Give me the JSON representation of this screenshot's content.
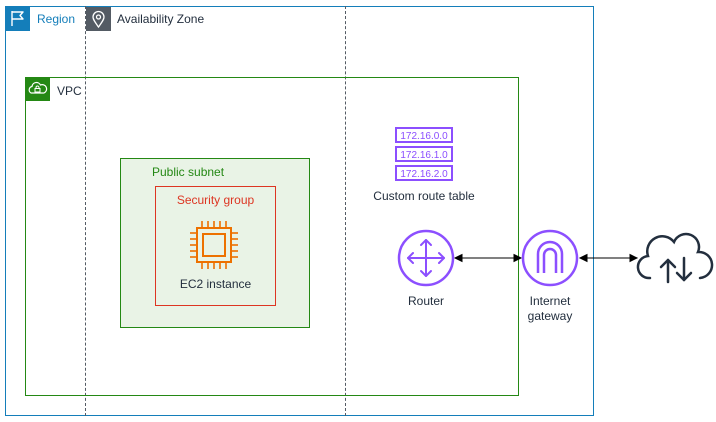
{
  "region": {
    "label": "Region"
  },
  "availability_zone": {
    "label": "Availability Zone"
  },
  "vpc": {
    "label": "VPC"
  },
  "public_subnet": {
    "label": "Public subnet"
  },
  "security_group": {
    "label": "Security group"
  },
  "ec2_instance": {
    "label": "EC2 instance"
  },
  "route_table": {
    "label": "Custom route table",
    "entries": [
      "172.16.0.0",
      "172.16.1.0",
      "172.16.2.0"
    ]
  },
  "router": {
    "label": "Router"
  },
  "internet_gateway": {
    "label": "Internet\ngateway"
  },
  "icons": {
    "region": "flag-icon",
    "availability_zone": "location-pin-icon",
    "vpc": "cloud-lock-icon",
    "ec2": "chip-icon",
    "route_table": "route-table-icon",
    "router": "router-icon",
    "internet_gateway": "gateway-icon",
    "internet": "cloud-upload-download-icon"
  },
  "colors": {
    "region": "#147eba",
    "availability_zone": "#545b64",
    "vpc": "#248814",
    "subnet_fill": "#e9f3e6",
    "security_group": "#dd3522",
    "ec2": "#ed7100",
    "network": "#8c4fff",
    "internet": "#232f3e"
  }
}
